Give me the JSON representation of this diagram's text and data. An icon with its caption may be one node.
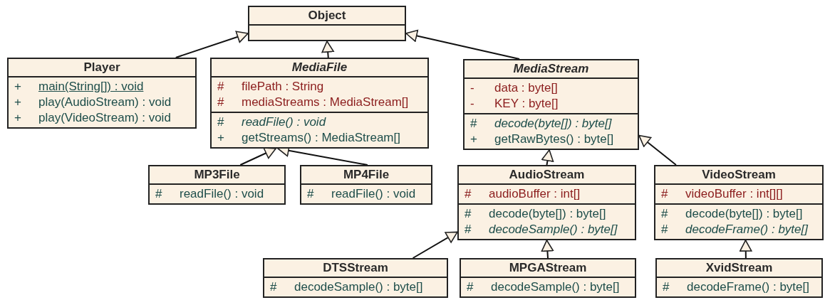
{
  "diagram": {
    "nodes": [
      {
        "text": [
          "Object"
        ]
      },
      {
        "text": [
          "Player",
          "+ main(String[]) : void",
          "+ play(AudioStream) : void",
          "+ play(VideoStream) : void"
        ]
      },
      {
        "text": [
          "MediaFile",
          "# filePath :  String",
          "# mediaStreams : MediaStream[]",
          "# *readFile() : void*",
          "+ getStreams() : MediaStream[]"
        ]
      },
      {
        "text": [
          "MediaStream",
          "- data : byte[]",
          "- KEY : byte[]",
          "# *decode(byte[]) : byte[]*",
          "+ getRawBytes() : byte[]"
        ]
      },
      {
        "text": [
          "MP3File",
          "# readFile() : void"
        ]
      },
      {
        "text": [
          "MP4File",
          "# readFile() : void"
        ]
      },
      {
        "text": [
          "AudioStream",
          "# audioBuffer : int[]",
          "# decode(byte[]) : byte[]",
          "# *decodeSample() : byte[]*"
        ]
      },
      {
        "text": [
          "VideoStream",
          "# videoBuffer : int[][]",
          "# decode(byte[]) : byte[]",
          "# *decodeFrame() : byte[]*"
        ]
      },
      {
        "text": [
          "DTSStream",
          "# decodeSample() : byte[]"
        ]
      },
      {
        "text": [
          "MPGAStream",
          "# decodeSample() : byte[]"
        ]
      },
      {
        "text": [
          "XvidStream",
          "# decodeFrame() : byte[]"
        ]
      }
    ],
    "edges": [
      {
        "from": 1,
        "to": 0,
        "arrow": "to"
      },
      {
        "from": 2,
        "to": 0,
        "arrow": "to"
      },
      {
        "from": 3,
        "to": 0,
        "arrow": "to"
      },
      {
        "from": 4,
        "to": 2,
        "arrow": "to"
      },
      {
        "from": 5,
        "to": 2,
        "arrow": "to"
      },
      {
        "from": 6,
        "to": 3,
        "arrow": "to"
      },
      {
        "from": 7,
        "to": 3,
        "arrow": "to"
      },
      {
        "from": 8,
        "to": 6,
        "arrow": "to"
      },
      {
        "from": 9,
        "to": 6,
        "arrow": "to"
      },
      {
        "from": 10,
        "to": 7,
        "arrow": "to"
      }
    ]
  }
}
